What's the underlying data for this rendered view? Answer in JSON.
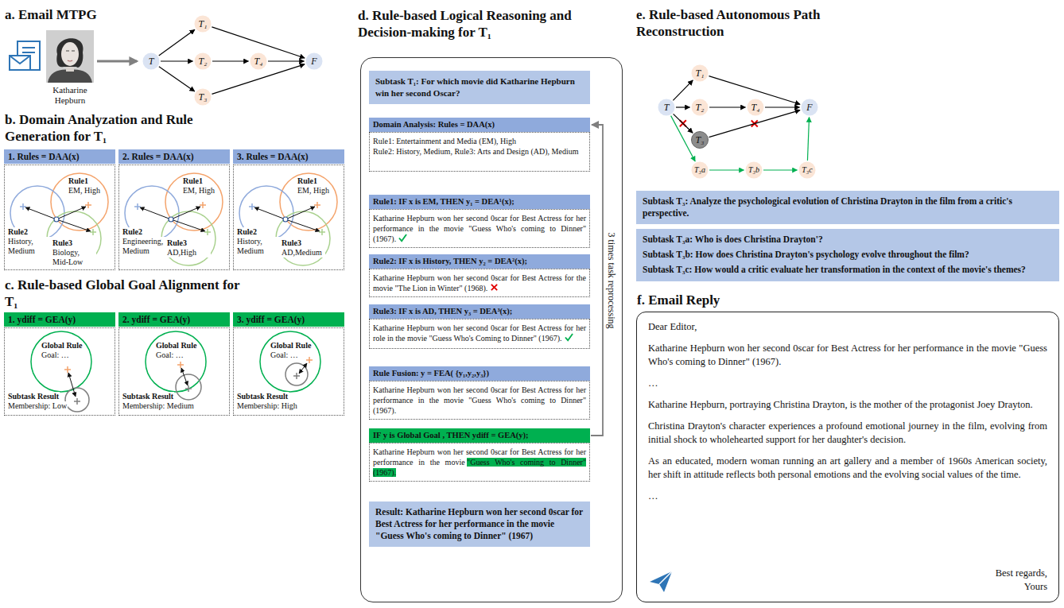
{
  "diagram": {
    "nodes": [
      {
        "text": [
          "T"
        ]
      },
      {
        "text": [
          "T₁"
        ]
      },
      {
        "text": [
          "T₂"
        ]
      },
      {
        "text": [
          "T₃"
        ]
      },
      {
        "text": [
          "T₄"
        ]
      },
      {
        "text": [
          "F"
        ]
      },
      {
        "text": [
          "1. Rules = DAA(x)"
        ]
      },
      {
        "text": [
          "2. Rules = DAA(x)"
        ]
      },
      {
        "text": [
          "3. Rules = DAA(x)"
        ]
      },
      {
        "text": [
          "1. ydiff = GEA(y)"
        ]
      },
      {
        "text": [
          "2. ydiff = GEA(y)"
        ]
      },
      {
        "text": [
          "3. ydiff = GEA(y)"
        ]
      },
      {
        "text": [
          "d. Rule-based Logical Reasoning and Decision-making for T₁"
        ]
      },
      {
        "text": [
          "Subtask T₁: For which movie did Katharine Hepburn win her second Oscar?"
        ],
        "in": 12
      },
      {
        "text": [
          "Domain Analysis: Rules = DAA(x)",
          "Rule1: Entertainment and Media (EM), High",
          "Rule2: History, Medium, Rule3: Arts and Design (AD), Medium"
        ],
        "in": 12
      },
      {
        "text": [
          "Rule1: IF x is EM, THEN y₁ = DEA¹(x);",
          "Katharine Hepburn won her second 0scar for Best Actress for her performance in the movie \"Guess Who's coming to Dinner\" (1967)."
        ],
        "in": 12
      },
      {
        "text": [
          "Rule2: IF x is History, THEN y₂ = DEA²(x);",
          "Katharine Hepburn won her second 0scar for Best Actress for the movie \"The Lion in Winter\" (1968)."
        ],
        "in": 12
      },
      {
        "text": [
          "Rule3: IF x is AD, THEN y₃ = DEA³(x);",
          "Katharine Hepburn won her second 0scar for Best Actress for her role in the movie \"Guess Who's Coming to Dinner\" (1967)."
        ],
        "in": 12
      },
      {
        "text": [
          "Rule Fusion: y = FEA( {y₁,y₂,y₃})",
          "Katharine Hepburn won her second 0scar for Best Actress for her performance in the movie \"Guess Who's coming to Dinner\" (1967)."
        ],
        "in": 12
      },
      {
        "text": [
          "IF y is Global Goal , THEN ydiff = GEA(y);",
          "Katharine Hepburn won her second 0scar for Best Actress for her performance in the movie",
          "\"Guess Who's coming to Dinner\" (1967)."
        ],
        "in": 12
      },
      {
        "text": [
          "Result: Katharine Hepburn won her second 0scar for Best Actress for her performance in the movie \"Guess Who's coming to Dinner\" (1967)"
        ],
        "in": 12
      },
      {
        "text": [
          "T"
        ]
      },
      {
        "text": [
          "T₁"
        ]
      },
      {
        "text": [
          "T₂"
        ]
      },
      {
        "text": [
          "T₃"
        ]
      },
      {
        "text": [
          "T₄"
        ]
      },
      {
        "text": [
          "F"
        ]
      },
      {
        "text": [
          "T₃a"
        ]
      },
      {
        "text": [
          "T₃b"
        ]
      },
      {
        "text": [
          "T₃c"
        ]
      },
      {
        "text": [
          "Subtask T₃: Analyze the psychological evolution of Christina Drayton in the film from a critic's perspective."
        ]
      },
      {
        "text": [
          "Subtask T₃a: Who is does Christina Drayton'?",
          "Subtask T₃b: How does Christina Drayton's psychology evolve throughout the film?",
          "Subtask T₃c: How would a critic evaluate her transformation in the context of the movie's themes?"
        ]
      },
      {
        "text": [
          "f. Email Reply",
          "Dear Editor,",
          "Katharine Hepburn won her second 0scar for Best Actress for her performance in the movie \"Guess Who's coming to Dinner\" (1967).",
          "…",
          "Katharine Hepburn, portraying Christina Drayton, is the mother of the protagonist Joey Drayton.",
          "Christina Drayton's character experiences a profound emotional journey in the film, evolving from initial shock to wholehearted support for her daughter's decision.",
          "As an educated, modern woman running an art gallery and a member of 1960s American society, her shift in attitude reflects both personal emotions and the evolving social values of the time.",
          "…",
          "Best regards,",
          "Yours"
        ]
      }
    ],
    "edges": [
      {
        "from": 0,
        "to": 1,
        "arrow": "to"
      },
      {
        "from": 0,
        "to": 2,
        "arrow": "to"
      },
      {
        "from": 0,
        "to": 3,
        "arrow": "to"
      },
      {
        "from": 2,
        "to": 4,
        "arrow": "to"
      },
      {
        "from": 1,
        "to": 5,
        "arrow": "to"
      },
      {
        "from": 4,
        "to": 5,
        "arrow": "to"
      },
      {
        "from": 3,
        "to": 5,
        "arrow": "to"
      },
      {
        "from": 19,
        "to": 14,
        "label": "3 times task reprocessing",
        "arrow": "to"
      },
      {
        "from": 21,
        "to": 22,
        "arrow": "to"
      },
      {
        "from": 21,
        "to": 23,
        "arrow": "to"
      },
      {
        "from": 23,
        "to": 25,
        "arrow": "to"
      },
      {
        "from": 22,
        "to": 26,
        "arrow": "to"
      },
      {
        "from": 25,
        "to": 26,
        "arrow": "to"
      },
      {
        "from": 21,
        "to": 24,
        "arrow": "to"
      },
      {
        "from": 24,
        "to": 26,
        "arrow": "to"
      },
      {
        "from": 21,
        "to": 27,
        "arrow": "to"
      },
      {
        "from": 27,
        "to": 28,
        "arrow": "to"
      },
      {
        "from": 28,
        "to": 29,
        "arrow": "to"
      },
      {
        "from": 29,
        "to": 26,
        "arrow": "to"
      }
    ],
    "labels": [
      "a. Email MTPG",
      "Katharine Hepburn",
      "b. Domain Analyzation and Rule Generation for T₁",
      "Rule1",
      "EM, High",
      "Rule2",
      "History, Medium",
      "Rule3",
      "Biology, Mid-Low",
      "Rule1",
      "EM, High",
      "Rule2",
      "Engineering, Medium",
      "Rule3",
      "AD,High",
      "Rule1",
      "EM, High",
      "Rule2",
      "History, Medium",
      "Rule3",
      "AD,Medium",
      "c. Rule-based Global Goal Alignment for T₁",
      "Global Rule",
      "Goal: …",
      "Subtask Result",
      "Membership: Low",
      "Global Rule",
      "Goal: …",
      "Subtask Result",
      "Membership: Medium",
      "Global Rule",
      "Goal: …",
      "Subtask Result",
      "Membership: High",
      "e. Rule-based Autonomous Path Reconstruction"
    ]
  }
}
